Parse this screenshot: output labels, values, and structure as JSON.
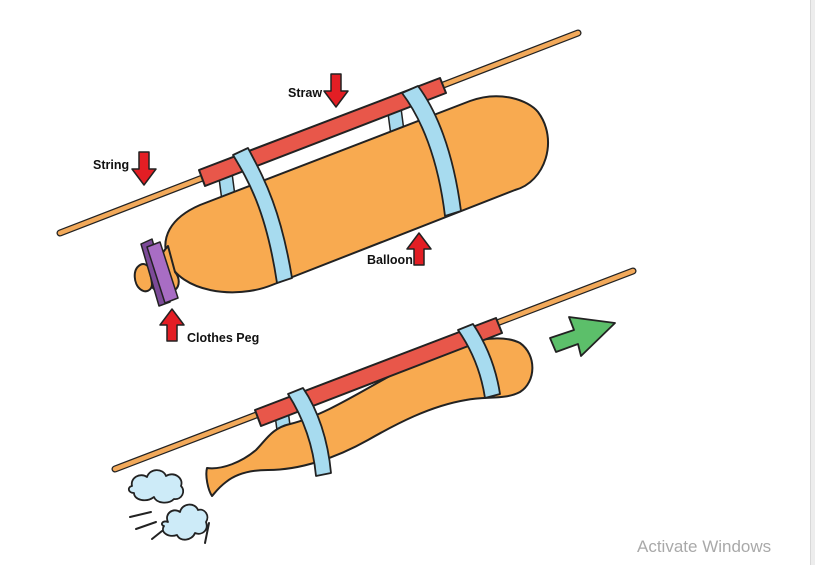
{
  "labels": {
    "straw": "Straw",
    "string": "String",
    "balloon": "Balloon",
    "clothes_peg": "Clothes Peg"
  },
  "watermark": {
    "title": "Activate Windows"
  },
  "colors": {
    "string": "#f2a95a",
    "straw": "#e8574a",
    "balloon": "#f8aa50",
    "tape": "#a7dbef",
    "peg": "#a86dc4",
    "pointer_arrow": "#e31e24",
    "motion_arrow": "#5cbf6a",
    "air_puff": "#cdebf8",
    "outline": "#222222"
  }
}
